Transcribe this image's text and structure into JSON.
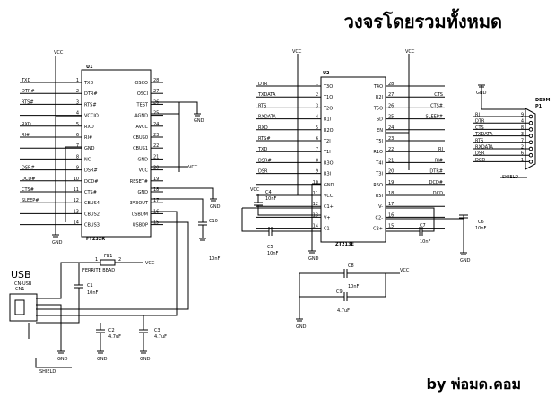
{
  "title": "วงจรโดยรวมทั้งหมด",
  "credit": "by พ่อมด.คอม",
  "usb_heading": "USB",
  "vcc": "VCC",
  "gnd": "GND",
  "u1": {
    "ref": "U1",
    "part": "FT232R",
    "left_pins": [
      {
        "num": "1",
        "name": "TXD",
        "net": "TXD"
      },
      {
        "num": "2",
        "name": "DTR#",
        "net": "DTR#"
      },
      {
        "num": "3",
        "name": "RTS#",
        "net": "RTS#"
      },
      {
        "num": "4",
        "name": "VCCIO",
        "net": ""
      },
      {
        "num": "5",
        "name": "RXD",
        "net": "RXD"
      },
      {
        "num": "6",
        "name": "RI#",
        "net": "RI#"
      },
      {
        "num": "7",
        "name": "GND",
        "net": ""
      },
      {
        "num": "8",
        "name": "NC",
        "net": ""
      },
      {
        "num": "9",
        "name": "DSR#",
        "net": "DSR#"
      },
      {
        "num": "10",
        "name": "DCD#",
        "net": "DCD#"
      },
      {
        "num": "11",
        "name": "CTS#",
        "net": "CTS#"
      },
      {
        "num": "12",
        "name": "CBUS4",
        "net": "SLEEP#"
      },
      {
        "num": "13",
        "name": "CBUS2",
        "net": ""
      },
      {
        "num": "14",
        "name": "CBUS3",
        "net": ""
      }
    ],
    "right_pins": [
      {
        "num": "28",
        "name": "OSCO"
      },
      {
        "num": "27",
        "name": "OSCI"
      },
      {
        "num": "26",
        "name": "TEST"
      },
      {
        "num": "25",
        "name": "AGND"
      },
      {
        "num": "24",
        "name": "AVCC"
      },
      {
        "num": "23",
        "name": "CBUS0"
      },
      {
        "num": "22",
        "name": "CBUS1"
      },
      {
        "num": "21",
        "name": "GND"
      },
      {
        "num": "20",
        "name": "VCC"
      },
      {
        "num": "19",
        "name": "RESET#"
      },
      {
        "num": "18",
        "name": "GND"
      },
      {
        "num": "17",
        "name": "3V3OUT"
      },
      {
        "num": "16",
        "name": "USBDM"
      },
      {
        "num": "15",
        "name": "USBDP"
      }
    ]
  },
  "u2": {
    "ref": "U2",
    "part": "ZT213E",
    "left_pins": [
      {
        "num": "1",
        "name": "T3O",
        "net": "DTR"
      },
      {
        "num": "2",
        "name": "T1O",
        "net": "TXDATA"
      },
      {
        "num": "3",
        "name": "T2O",
        "net": "RTS"
      },
      {
        "num": "4",
        "name": "R1I",
        "net": "RXDATA"
      },
      {
        "num": "5",
        "name": "R2O",
        "net": "RXD"
      },
      {
        "num": "6",
        "name": "T2I",
        "net": "RTS#"
      },
      {
        "num": "7",
        "name": "T1I",
        "net": "TXD"
      },
      {
        "num": "8",
        "name": "R3O",
        "net": "DSR#"
      },
      {
        "num": "9",
        "name": "R3I",
        "net": "DSR"
      },
      {
        "num": "10",
        "name": "GND",
        "net": ""
      },
      {
        "num": "11",
        "name": "VCC",
        "net": ""
      },
      {
        "num": "12",
        "name": "C1+",
        "net": ""
      },
      {
        "num": "13",
        "name": "V+",
        "net": ""
      },
      {
        "num": "14",
        "name": "C1-",
        "net": ""
      }
    ],
    "right_pins": [
      {
        "num": "28",
        "name": "T4O",
        "net": ""
      },
      {
        "num": "27",
        "name": "R2I",
        "net": "CTS"
      },
      {
        "num": "26",
        "name": "T5O",
        "net": "CTS#"
      },
      {
        "num": "25",
        "name": "SD",
        "net": "SLEEP#"
      },
      {
        "num": "24",
        "name": "EN",
        "net": ""
      },
      {
        "num": "23",
        "name": "T5I",
        "net": ""
      },
      {
        "num": "22",
        "name": "R1O",
        "net": "RI"
      },
      {
        "num": "21",
        "name": "T4I",
        "net": "RI#"
      },
      {
        "num": "20",
        "name": "T3I",
        "net": "DTR#"
      },
      {
        "num": "19",
        "name": "R5O",
        "net": "DCD#"
      },
      {
        "num": "18",
        "name": "R5I",
        "net": "DCD"
      },
      {
        "num": "17",
        "name": "V-",
        "net": ""
      },
      {
        "num": "16",
        "name": "C2-",
        "net": ""
      },
      {
        "num": "15",
        "name": "C2+",
        "net": ""
      }
    ]
  },
  "db9": {
    "ref": "P1",
    "part": "DB9M",
    "pins": [
      {
        "net": "RI",
        "num": "9"
      },
      {
        "net": "DTR",
        "num": "4"
      },
      {
        "net": "CTS",
        "num": "8"
      },
      {
        "net": "TXDATA",
        "num": "3"
      },
      {
        "net": "RTS",
        "num": "7"
      },
      {
        "net": "RXDATA",
        "num": "2"
      },
      {
        "net": "DSR",
        "num": "6"
      },
      {
        "net": "DCD",
        "num": "1"
      }
    ],
    "shield": "SHIELD"
  },
  "usb_conn": {
    "ref": "CN1",
    "part": "CN-USB",
    "shield": "SHIELD"
  },
  "fb1": {
    "ref": "FB1",
    "part": "FERRITE BEAD",
    "p1": "1",
    "p2": "2"
  },
  "caps": [
    {
      "ref": "C1",
      "value": "10nF"
    },
    {
      "ref": "C2",
      "value": "4.7uF"
    },
    {
      "ref": "C3",
      "value": "4.7uF"
    },
    {
      "ref": "C4",
      "value": "10nF"
    },
    {
      "ref": "C5",
      "value": "10nF"
    },
    {
      "ref": "C6",
      "value": "10nF"
    },
    {
      "ref": "C7",
      "value": "10nF"
    },
    {
      "ref": "C8",
      "value": "10nF"
    },
    {
      "ref": "C9",
      "value": "4.7uF"
    },
    {
      "ref": "C10",
      "value": "10nF"
    }
  ]
}
